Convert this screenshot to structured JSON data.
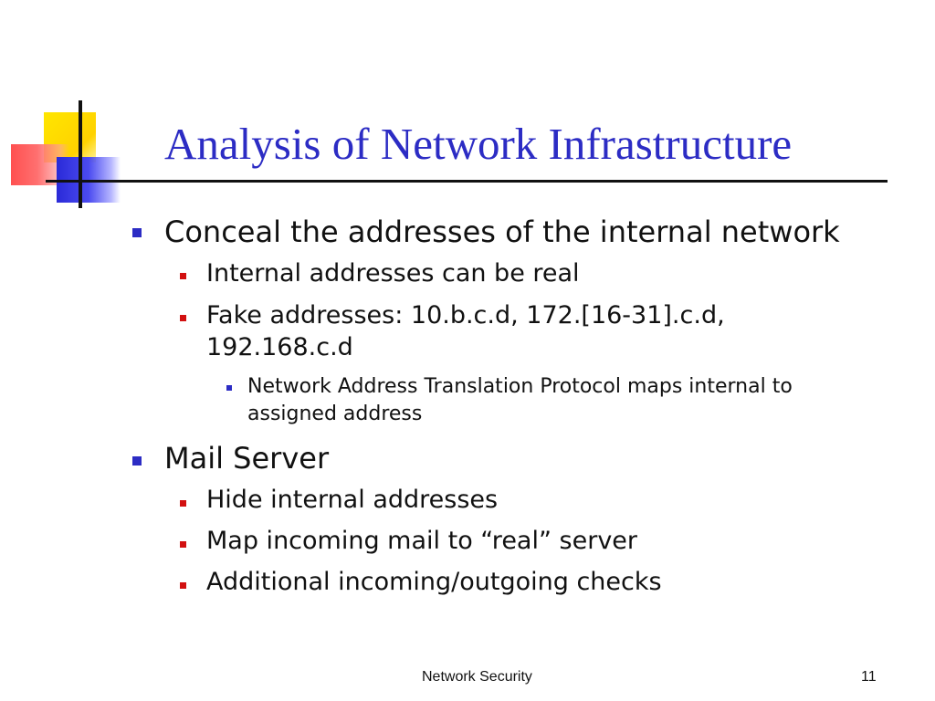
{
  "slide": {
    "title": "Analysis of Network Infrastructure",
    "bullets": [
      {
        "text": "Conceal the addresses of the internal network"
      },
      {
        "text": "Internal addresses can be real"
      },
      {
        "text": "Fake addresses:  10.b.c.d, 172.[16-31].c.d,",
        "text_cont": "192.168.c.d"
      },
      {
        "text": "Network Address Translation Protocol maps  internal to",
        "text_cont": "assigned address"
      },
      {
        "text": "Mail Server"
      },
      {
        "text": "Hide internal addresses"
      },
      {
        "text": "Map incoming mail to “real” server"
      },
      {
        "text": "Additional incoming/outgoing checks"
      }
    ]
  },
  "footer": {
    "center": "Network Security",
    "page_number": "11"
  },
  "colors": {
    "title": "#2c2cc4",
    "level1_bullet": "#2c2cc4",
    "level2_bullet": "#d21010",
    "logo_yellow": "#ffe600",
    "logo_red": "#ff5050",
    "logo_blue": "#2a2ad8"
  }
}
